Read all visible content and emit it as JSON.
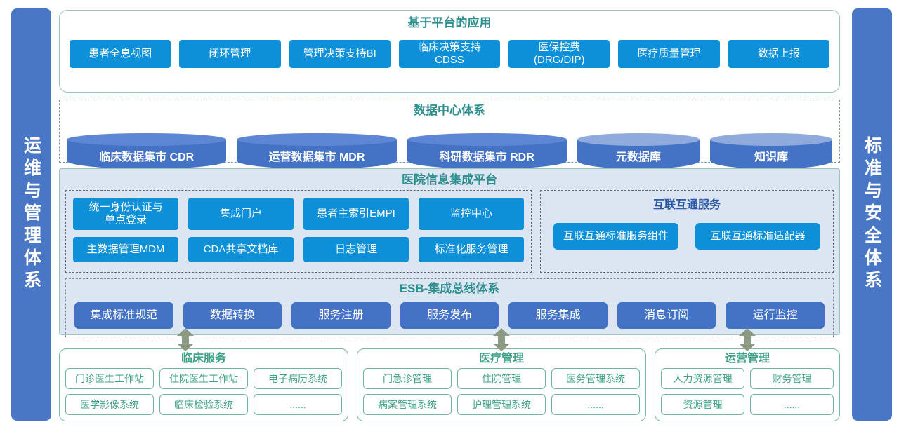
{
  "left_bar": {
    "label": "运维与管理体系"
  },
  "right_bar": {
    "label": "标准与安全体系"
  },
  "app_section": {
    "title": "基于平台的应用",
    "items": [
      "患者全息视图",
      "闭环管理",
      "管理决策支持BI",
      "临床决策支持\nCDSS",
      "医保控费\n(DRG/DIP)",
      "医疗质量管理",
      "数据上报"
    ]
  },
  "datacenter": {
    "title": "数据中心体系",
    "marts": [
      {
        "label": "临床数据集市 CDR"
      },
      {
        "label": "运营数据集市 MDR"
      },
      {
        "label": "科研数据集市 RDR"
      }
    ],
    "libs": [
      {
        "label": "元数据库"
      },
      {
        "label": "知识库"
      }
    ]
  },
  "platform": {
    "title": "医院信息集成平台",
    "core_items": [
      "统一身份认证与\n单点登录",
      "集成门户",
      "患者主索引EMPI",
      "监控中心",
      "主数据管理MDM",
      "CDA共享文档库",
      "日志管理",
      "标准化服务管理"
    ],
    "interconnect": {
      "title": "互联互通服务",
      "items": [
        "互联互通标准服务组件",
        "互联互通标准适配器"
      ]
    },
    "esb": {
      "title": "ESB-集成总线体系",
      "items": [
        "集成标准规范",
        "数据转换",
        "服务注册",
        "服务发布",
        "服务集成",
        "消息订阅",
        "运行监控"
      ]
    }
  },
  "bottom": {
    "clinical": {
      "title": "临床服务",
      "items": [
        "门诊医生工作站",
        "住院医生工作站",
        "电子病历系统",
        "医学影像系统",
        "临床检验系统",
        "......"
      ]
    },
    "medical": {
      "title": "医疗管理",
      "items": [
        "门急诊管理",
        "住院管理",
        "医务管理系统",
        "病案管理系统",
        "护理管理系统",
        "......"
      ]
    },
    "operations": {
      "title": "运营管理",
      "items": [
        "人力资源管理",
        "财务管理",
        "资源管理",
        "......"
      ]
    }
  },
  "colors": {
    "pillar_blue": "#4977c5",
    "azure_button": "#0e90d8",
    "royal_button": "#4472c4",
    "cylinder_top": "#5d87d5",
    "cylinder_top_light": "#8faadc",
    "section_title_teal": "#2e8e8e",
    "interconnect_title_blue": "#2c5ba6",
    "bottom_green": "#3fa188",
    "platform_bg": "#dce6f2",
    "arrow_gray": "#8c9a84"
  }
}
